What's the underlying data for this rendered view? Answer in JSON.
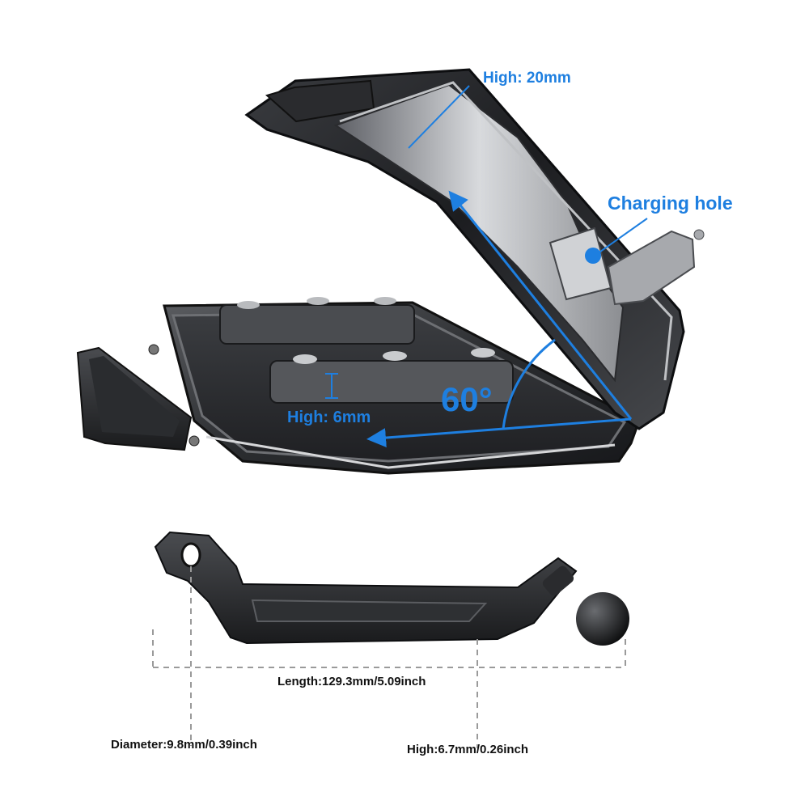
{
  "labels": {
    "high_top": "High: 20mm",
    "charging_hole": "Charging hole",
    "angle": "60°",
    "high_inner": "High: 6mm",
    "length": "Length:129.3mm/5.09inch",
    "diameter": "Diameter:9.8mm/0.39inch",
    "high_bracket": "High:6.7mm/0.26inch"
  },
  "colors": {
    "accent_blue": "#1e7fe0",
    "dimension_gray": "#9a9a9a",
    "text_dark": "#111111",
    "body_dark": "#2b2d30"
  },
  "icons": {
    "charging_marker": "blue-dot-icon",
    "angle_arc": "angle-arc-icon"
  }
}
